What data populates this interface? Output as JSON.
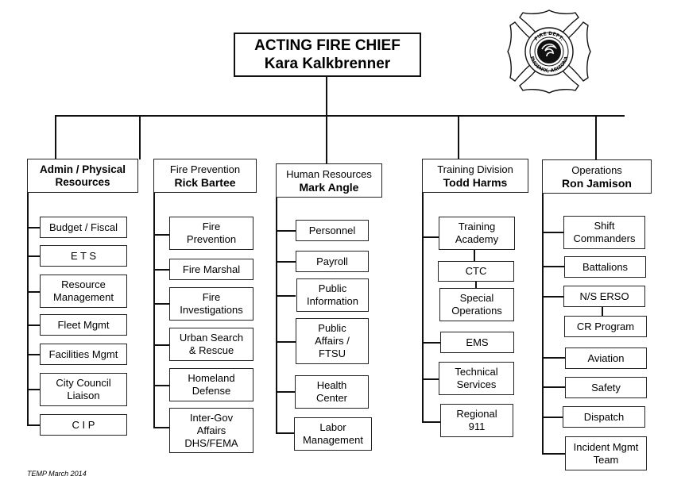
{
  "chief": {
    "title": "ACTING FIRE CHIEF",
    "name": "Kara Kalkbrenner"
  },
  "logo": {
    "icon": "fire-dept-maltese-cross-logo",
    "top_text": "FIRE DEPT.",
    "bottom_text": "PHOENIX, ARIZONA"
  },
  "departments": [
    {
      "title": "Admin / Physical",
      "name": "Resources",
      "units": [
        [
          "Budget / Fiscal"
        ],
        [
          "E T S"
        ],
        [
          "Resource",
          "Management"
        ],
        [
          "Fleet Mgmt"
        ],
        [
          "Facilities Mgmt"
        ],
        [
          "City Council",
          "Liaison"
        ],
        [
          "C I P"
        ]
      ]
    },
    {
      "title": "Fire Prevention",
      "name": "Rick Bartee",
      "units": [
        [
          "Fire",
          "Prevention"
        ],
        [
          "Fire Marshal"
        ],
        [
          "Fire",
          "Investigations"
        ],
        [
          "Urban Search",
          "& Rescue"
        ],
        [
          "Homeland",
          "Defense"
        ],
        [
          "Inter-Gov",
          "Affairs",
          "DHS/FEMA"
        ]
      ]
    },
    {
      "title": "Human Resources",
      "name": "Mark Angle",
      "units": [
        [
          "Personnel"
        ],
        [
          "Payroll"
        ],
        [
          "Public",
          "Information"
        ],
        [
          "Public",
          "Affairs /",
          "FTSU"
        ],
        [
          "Health",
          "Center"
        ],
        [
          "Labor",
          "Management"
        ]
      ]
    },
    {
      "title": "Training Division",
      "name": "Todd Harms",
      "units": [
        [
          "Training",
          "Academy"
        ],
        [
          "CTC"
        ],
        [
          "Special",
          "Operations"
        ],
        [
          "EMS"
        ],
        [
          "Technical",
          "Services"
        ],
        [
          "Regional",
          "911"
        ]
      ]
    },
    {
      "title": "Operations",
      "name": "Ron Jamison",
      "units": [
        [
          "Shift",
          "Commanders"
        ],
        [
          "Battalions"
        ],
        [
          "N/S ERSO"
        ],
        [
          "CR Program"
        ],
        [
          "Aviation"
        ],
        [
          "Safety"
        ],
        [
          "Dispatch"
        ],
        [
          "Incident Mgmt",
          "Team"
        ]
      ]
    }
  ],
  "footer": "TEMP March 2014"
}
